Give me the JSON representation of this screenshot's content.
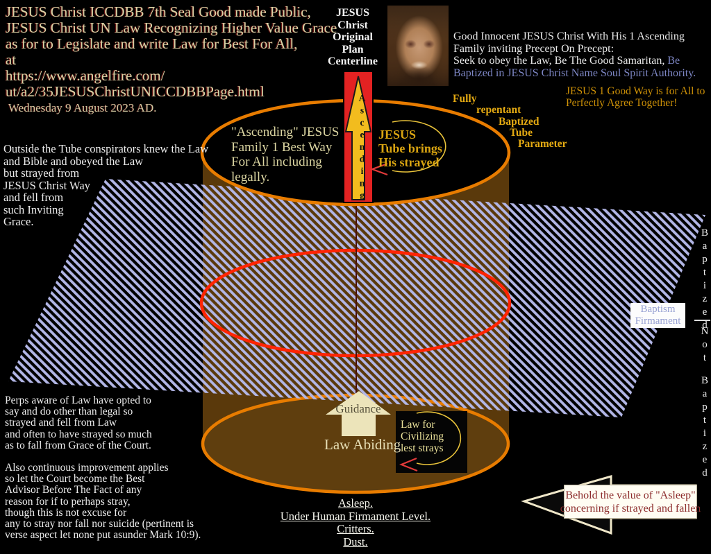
{
  "header": {
    "lines": [
      "JESUS Christ ICCDBB 7th Seal Good made Public,",
      "JESUS Christ UN Law Recognizing Higher Value Grace",
      "as for to Legislate and write Law for Best For All,",
      "at",
      "https://www.angelfire.com/",
      "ut/a2/35JESUSChristUNICCDBBPage.html"
    ],
    "date": "Wednesday 9 August 2023 AD."
  },
  "centerline_label": {
    "lines": [
      "JESUS",
      "Christ",
      "Original",
      "Plan",
      "Centerline"
    ]
  },
  "top_right": {
    "line1": "Good Innocent JESUS Christ With His 1 Ascending",
    "line2": "Family inviting Precept On Precept:",
    "line3_white": "Seek to obey the Law, Be The Good Samaritan, ",
    "line3_blue": "Be",
    "line4": "Baptized in JESUS Christ Name Soul Spirit Authority."
  },
  "agree": {
    "line1": "JESUS 1 Good Way is for All to",
    "line2": "Perfectly Agree Together!"
  },
  "tube_parameter": {
    "lines": [
      "Fully",
      "repentant",
      "Baptized",
      "Tube",
      "Parameter"
    ]
  },
  "ascending_family": {
    "lines": [
      "\"Ascending\" JESUS",
      "Family 1 Best Way",
      "For All including",
      "legally."
    ]
  },
  "tube_brings": {
    "lines": [
      "JESUS",
      "Tube brings",
      "His strayed"
    ]
  },
  "ascending_arrow": {
    "word": "Ascending"
  },
  "outside": {
    "lines": [
      "Outside the Tube conspirators knew the Law",
      "and Bible and obeyed the Law",
      "but strayed from",
      "JESUS Christ Way",
      "and fell from",
      "such Inviting",
      "Grace."
    ]
  },
  "perps": {
    "para1": [
      "Perps aware of Law have opted to",
      "say and do other than legal so",
      "strayed and fell from Law",
      "and often to have strayed so much",
      "as to fall from Grace of the Court."
    ],
    "para2": [
      "Also continuous improvement applies",
      "so let the Court become the Best",
      "Advisor Before The Fact of any",
      "reason for if to perhaps stray,",
      "though this is not excuse for",
      "any to stray nor fall nor suicide (pertinent is",
      "verse aspect let none put asunder Mark 10:9)."
    ]
  },
  "baptism_box": {
    "line1": "Baptism",
    "line2": "Firmament"
  },
  "right_rail": {
    "top": "Baptized",
    "mid": "Not",
    "bottom": "Baptized"
  },
  "guidance": {
    "arrow_label": "Guidance",
    "below_label": "Law Abiding"
  },
  "law_box": {
    "lines": [
      "Law for",
      "Civilizing",
      "lest strays"
    ]
  },
  "asleep": {
    "lines": [
      "Asleep.",
      "Under Human Firmament Level.",
      "Critters.",
      "Dust."
    ]
  },
  "behold": {
    "line1": "Behold the value of \"Asleep\"",
    "line2": "concerning if strayed and fallen"
  },
  "colors": {
    "background": "#000000",
    "rim_orange": "#e87c00",
    "cylinder_brown": "#5a390b",
    "bottom_interior_brown": "#5f3e0e",
    "plane_stripe": "#b2b6e6",
    "red_ellipse": "#ff2403",
    "ascending_bar_red": "#e32222",
    "ascending_arrow_gold": "#f2bc1e",
    "gold_text": "#e3a912",
    "pale_yellow_text": "#dcd6a2",
    "periwinkle_text": "#7d86c4",
    "cream_arrow": "#ece4ba",
    "behold_text_red": "#8c2c2c",
    "loop_yellow": "#e8c23a",
    "loop_arrow_red": "#e23a3a"
  }
}
